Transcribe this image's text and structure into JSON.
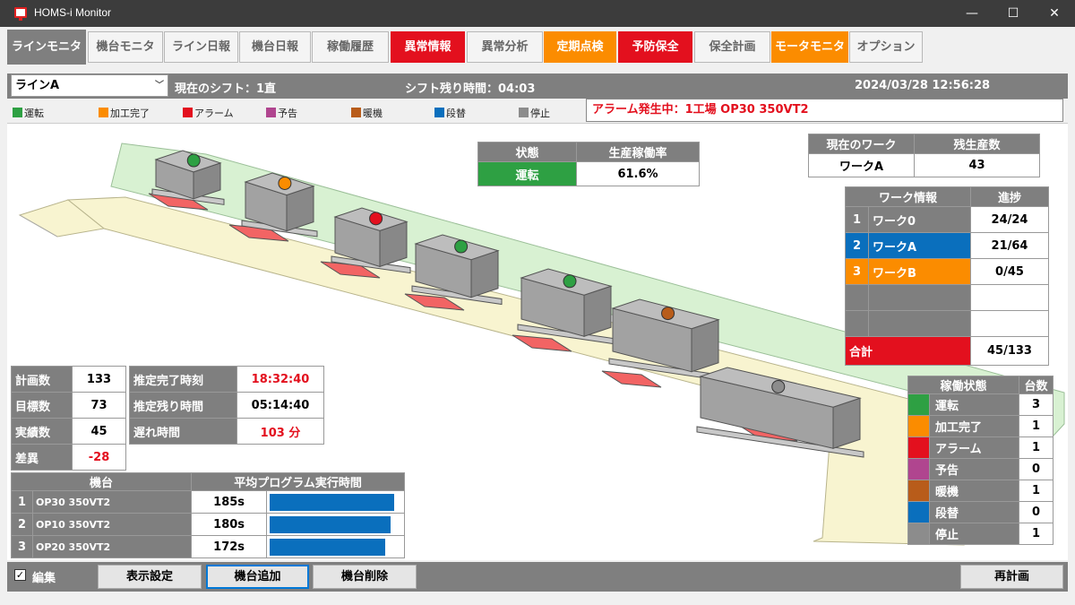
{
  "app": {
    "title": "HOMS-i Monitor",
    "minimize": "—",
    "maximize": "☐",
    "close": "✕"
  },
  "tabs": [
    {
      "label": "ラインモニタ",
      "style": "active"
    },
    {
      "label": "機台モニタ",
      "style": "normal"
    },
    {
      "label": "ライン日報",
      "style": "normal"
    },
    {
      "label": "機台日報",
      "style": "normal"
    },
    {
      "label": "稼働履歴",
      "style": "normal"
    },
    {
      "label": "異常情報",
      "style": "red"
    },
    {
      "label": "異常分析",
      "style": "normal"
    },
    {
      "label": "定期点検",
      "style": "orange"
    },
    {
      "label": "予防保全",
      "style": "red"
    },
    {
      "label": "保全計画",
      "style": "normal"
    },
    {
      "label": "モータモニタ",
      "style": "orange"
    },
    {
      "label": "オプション",
      "style": "normal"
    }
  ],
  "infobar": {
    "line": "ラインA",
    "shift": "現在のシフト：1直",
    "remaining": "シフト残り時間：04:03",
    "datetime": "2024/03/28 12:56:28"
  },
  "legend": [
    {
      "label": "運転",
      "color": "#2ea043"
    },
    {
      "label": "加工完了",
      "color": "#fb8c00"
    },
    {
      "label": "アラーム",
      "color": "#e3101e"
    },
    {
      "label": "予告",
      "color": "#b0458f"
    },
    {
      "label": "暖機",
      "color": "#b85c1a"
    },
    {
      "label": "段替",
      "color": "#0a6fbd"
    },
    {
      "label": "停止",
      "color": "#8c8c8c"
    }
  ],
  "alarm": "アラーム発生中：1工場 OP30 350VT2",
  "status": {
    "h1": "状態",
    "h2": "生産稼働率",
    "state": "運転",
    "rate": "61.6%"
  },
  "current_work": {
    "h1": "現在のワーク",
    "h2": "残生産数",
    "work": "ワークA",
    "remaining": "43"
  },
  "work_info": {
    "h1": "ワーク情報",
    "h2": "進捗",
    "rows": [
      {
        "no": "1",
        "name": "ワーク0",
        "progress": "24/24",
        "color": "#7f7f7f"
      },
      {
        "no": "2",
        "name": "ワークA",
        "progress": "21/64",
        "color": "#0a6fbd"
      },
      {
        "no": "3",
        "name": "ワークB",
        "progress": "0/45",
        "color": "#fb8c00"
      },
      {
        "no": "",
        "name": "",
        "progress": "",
        "color": "#7f7f7f"
      },
      {
        "no": "",
        "name": "",
        "progress": "",
        "color": "#7f7f7f"
      }
    ],
    "total_label": "合計",
    "total": "45/133"
  },
  "counts": {
    "rows": [
      {
        "label": "計画数",
        "value": "133",
        "red": false
      },
      {
        "label": "目標数",
        "value": "73",
        "red": false
      },
      {
        "label": "実績数",
        "value": "45",
        "red": false
      },
      {
        "label": "差異",
        "value": "-28",
        "red": true
      }
    ]
  },
  "estimate": {
    "rows": [
      {
        "label": "推定完了時刻",
        "value": "18:32:40",
        "red": true
      },
      {
        "label": "推定残り時間",
        "value": "05:14:40",
        "red": false
      },
      {
        "label": "遅れ時間",
        "value": "103 分",
        "red": true
      }
    ]
  },
  "program_time": {
    "h1": "機台",
    "h2": "平均プログラム実行時間",
    "max": 200,
    "rows": [
      {
        "no": "1",
        "machine": "OP30 350VT2",
        "seconds": 185,
        "label": "185s"
      },
      {
        "no": "2",
        "machine": "OP10 350VT2",
        "seconds": 180,
        "label": "180s"
      },
      {
        "no": "3",
        "machine": "OP20 350VT2",
        "seconds": 172,
        "label": "172s"
      }
    ]
  },
  "op_status": {
    "h1": "稼働状態",
    "h2": "台数",
    "rows": [
      {
        "label": "運転",
        "count": "3",
        "color": "#2ea043"
      },
      {
        "label": "加工完了",
        "count": "1",
        "color": "#fb8c00"
      },
      {
        "label": "アラーム",
        "count": "1",
        "color": "#e3101e"
      },
      {
        "label": "予告",
        "count": "0",
        "color": "#b0458f"
      },
      {
        "label": "暖機",
        "count": "1",
        "color": "#b85c1a"
      },
      {
        "label": "段替",
        "count": "0",
        "color": "#0a6fbd"
      },
      {
        "label": "停止",
        "count": "1",
        "color": "#8c8c8c"
      }
    ]
  },
  "machines": [
    {
      "status": "#2ea043"
    },
    {
      "status": "#fb8c00"
    },
    {
      "status": "#e3101e"
    },
    {
      "status": "#2ea043"
    },
    {
      "status": "#2ea043"
    },
    {
      "status": "#b85c1a"
    },
    {
      "status": "#8c8c8c"
    }
  ],
  "toolbar": {
    "edit": "編集",
    "edit_checked": "✓",
    "display": "表示設定",
    "add": "機台追加",
    "remove": "機台削除",
    "replan": "再計画"
  }
}
